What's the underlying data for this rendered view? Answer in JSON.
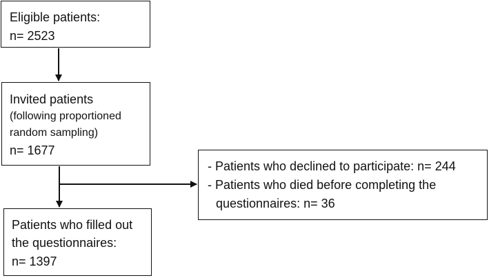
{
  "eligible": {
    "label": "Eligible patients:",
    "count": "n= 2523"
  },
  "invited": {
    "label": "Invited patients",
    "note_line1": "(following proportioned",
    "note_line2": "random sampling)",
    "count": "n= 1677"
  },
  "excluded": {
    "item1": "- Patients who declined to participate: n= 244",
    "item2_line1": "- Patients who died before completing the",
    "item2_line2": "questionnaires: n= 36"
  },
  "completed": {
    "label_line1": "Patients who filled out",
    "label_line2": "the questionnaires:",
    "count": "n= 1397"
  }
}
